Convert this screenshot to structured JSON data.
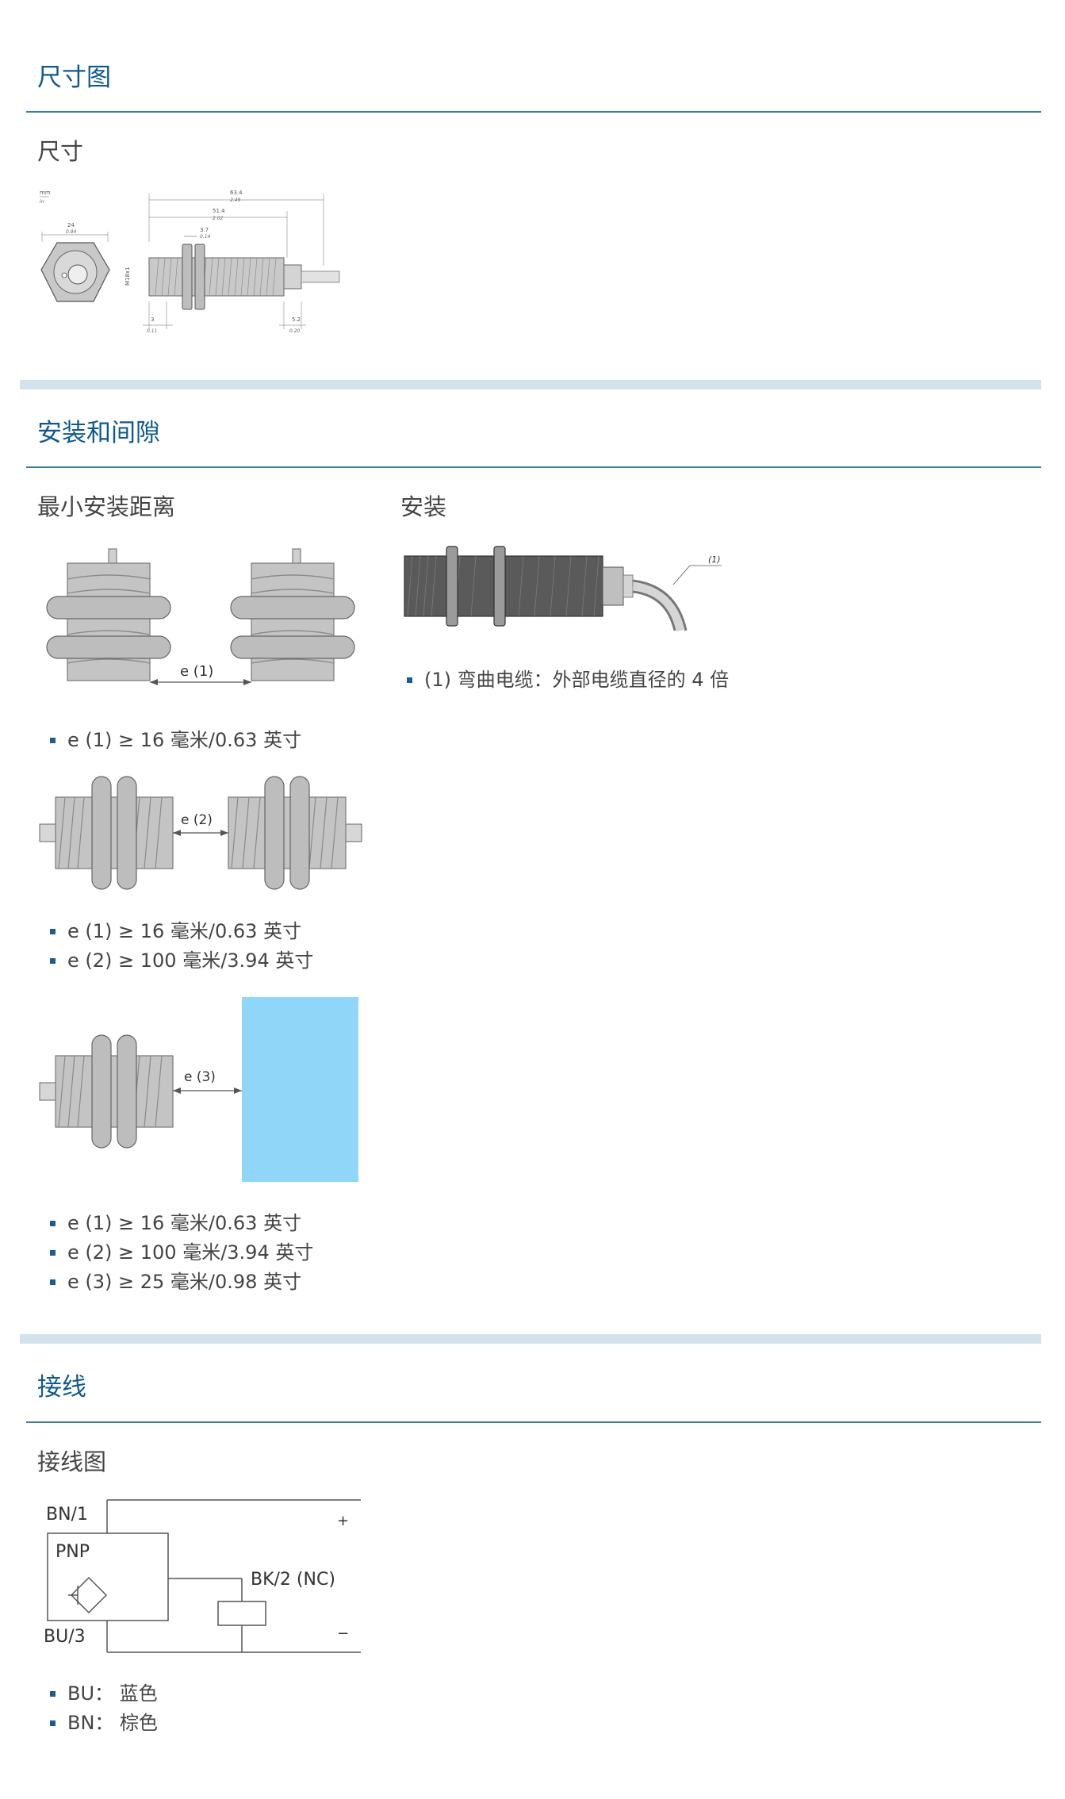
{
  "sections": {
    "dimensions": {
      "title": "尺寸图",
      "subtitle": "尺寸",
      "drawing": {
        "units_top": "mm",
        "units_bottom": "in",
        "width_mm": "24",
        "width_in": "0.94",
        "total_mm": "63.4",
        "total_in": "2.49",
        "body_mm": "51.4",
        "body_in": "2.02",
        "nut_mm": "3.7",
        "nut_in": "0.14",
        "thread": "M18x1",
        "flange_mm": "3",
        "flange_in": "0.11",
        "tail_mm": "5.2",
        "tail_in": "0.20"
      }
    },
    "mounting": {
      "title": "安装和间隙",
      "min_distance_title": "最小安装距离",
      "install_title": "安装",
      "diag_e1": "e (1)",
      "diag_e2": "e (2)",
      "diag_e3": "e (3)",
      "install_callout": "(1)",
      "list_a": [
        "e (1) ≥ 16 毫米/0.63 英寸"
      ],
      "list_b": [
        "e (1) ≥ 16 毫米/0.63 英寸",
        "e (2) ≥ 100 毫米/3.94 英寸"
      ],
      "list_c": [
        "e (1) ≥ 16 毫米/0.63 英寸",
        "e (2) ≥ 100 毫米/3.94 英寸",
        "e (3) ≥ 25 毫米/0.98 英寸"
      ],
      "install_list": [
        "(1) 弯曲电缆：外部电缆直径的 4 倍"
      ]
    },
    "wiring": {
      "title": "接线",
      "subtitle": "接线图",
      "diagram": {
        "bn": "BN/1",
        "pnp": "PNP",
        "bk": "BK/2 (NC)",
        "bu": "BU/3",
        "plus": "+",
        "minus": "−"
      },
      "legend": [
        "BU： 蓝色",
        "BN： 棕色"
      ]
    }
  },
  "colors": {
    "heading": "#0e5a8e",
    "rule": "#3f7f95",
    "band": "#d3e3ec",
    "bullet": "#1c5c93",
    "target_plate": "#8fd6f8"
  }
}
